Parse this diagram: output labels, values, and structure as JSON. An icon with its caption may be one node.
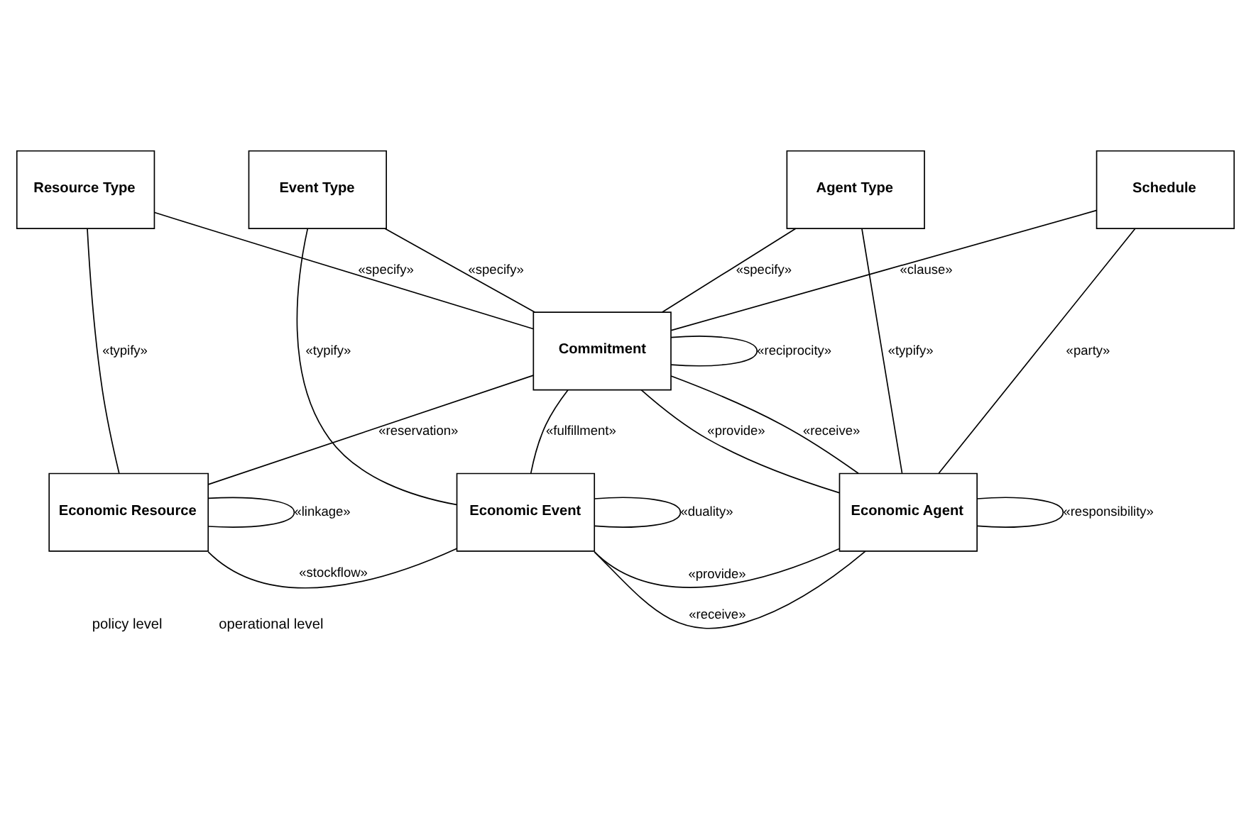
{
  "diagram": {
    "nodes": [
      {
        "text": [
          "Schedule"
        ]
      },
      {
        "text": [
          "Resource Type"
        ]
      },
      {
        "text": [
          "Event Type"
        ]
      },
      {
        "text": [
          "Agent Type"
        ]
      },
      {
        "text": [
          "Commitment"
        ]
      },
      {
        "text": [
          "Economic Resource"
        ]
      },
      {
        "text": [
          "Economic Event"
        ]
      },
      {
        "text": [
          "Economic Agent"
        ]
      }
    ],
    "edges": [
      {
        "from": 0,
        "to": 4,
        "arrow": "none",
        "label": "«clause»"
      },
      {
        "from": 0,
        "to": 7,
        "arrow": "none",
        "label": "«party»"
      },
      {
        "from": 2,
        "to": 4,
        "arrow": "none",
        "label": "«specify»"
      },
      {
        "from": 1,
        "to": 4,
        "arrow": "none",
        "label": "«specify»"
      },
      {
        "from": 3,
        "to": 4,
        "arrow": "none",
        "label": "«specify»"
      },
      {
        "from": 3,
        "to": 7,
        "arrow": "none",
        "label": "«typify»"
      },
      {
        "from": 1,
        "to": 5,
        "arrow": "none",
        "label": "«typify»"
      },
      {
        "from": 2,
        "to": 6,
        "arrow": "none",
        "label": "«typify»"
      },
      {
        "from": 4,
        "to": 5,
        "arrow": "none",
        "label": "«reservation»"
      },
      {
        "from": 4,
        "to": 7,
        "arrow": "none",
        "label": "«provide»"
      },
      {
        "from": 4,
        "to": 7,
        "arrow": "none",
        "label": "«receive»"
      },
      {
        "from": 4,
        "to": 4,
        "arrow": "none",
        "label": "«reciprocity»"
      },
      {
        "from": 4,
        "to": 6,
        "arrow": "none",
        "label": "«fulfillment»"
      },
      {
        "from": 5,
        "to": 6,
        "arrow": "none",
        "label": "«stockflow»"
      },
      {
        "from": 6,
        "to": 7,
        "arrow": "none",
        "label": "«provide»"
      },
      {
        "from": 6,
        "to": 7,
        "arrow": "none",
        "label": "«receive»"
      },
      {
        "from": 5,
        "to": 5,
        "arrow": "none",
        "label": "«linkage»"
      },
      {
        "from": 6,
        "to": 6,
        "arrow": "none",
        "label": "«duality»"
      },
      {
        "from": 7,
        "to": 7,
        "arrow": "none",
        "label": "«responsibility»"
      }
    ],
    "labels": [
      "policy level",
      "operational level"
    ]
  }
}
